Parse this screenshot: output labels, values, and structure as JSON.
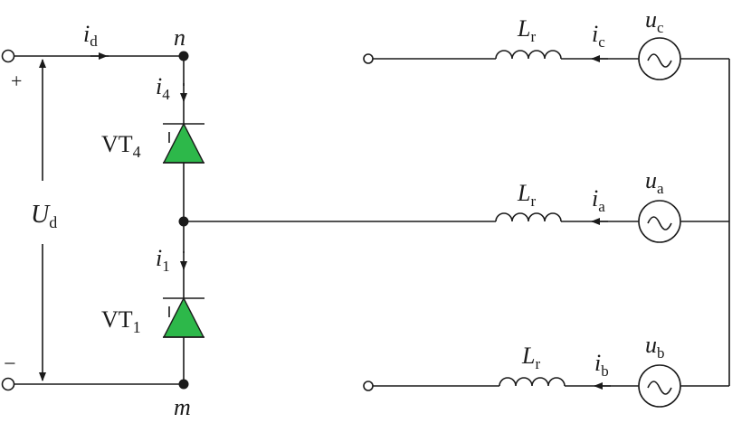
{
  "terminals": {
    "plus": "+",
    "minus": "−"
  },
  "nodes": {
    "n": "n",
    "m": "m"
  },
  "currents": {
    "id": {
      "main": "i",
      "sub": "d"
    },
    "i4": {
      "main": "i",
      "sub": "4"
    },
    "i1": {
      "main": "i",
      "sub": "1"
    },
    "ia": {
      "main": "i",
      "sub": "a"
    },
    "ib": {
      "main": "i",
      "sub": "b"
    },
    "ic": {
      "main": "i",
      "sub": "c"
    }
  },
  "voltages": {
    "Ud": {
      "main": "U",
      "sub": "d"
    },
    "ua": {
      "main": "u",
      "sub": "a"
    },
    "ub": {
      "main": "u",
      "sub": "b"
    },
    "uc": {
      "main": "u",
      "sub": "c"
    }
  },
  "thyristors": {
    "VT4": {
      "main": "VT",
      "sub": "4"
    },
    "VT1": {
      "main": "VT",
      "sub": "1"
    }
  },
  "inductors": {
    "top": {
      "main": "L",
      "sub": "r"
    },
    "mid": {
      "main": "L",
      "sub": "r"
    },
    "bot": {
      "main": "L",
      "sub": "r"
    }
  },
  "colors": {
    "thyristor_fill": "#2db84a",
    "wire": "#1a1a1a"
  }
}
